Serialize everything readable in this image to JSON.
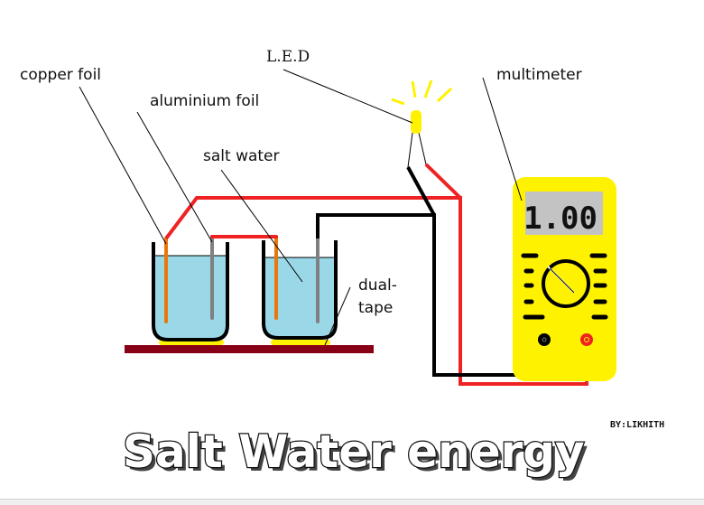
{
  "diagram": {
    "title": "Salt Water energy",
    "byline": "BY:LIKHITH",
    "labels": {
      "copper_foil": "copper foil",
      "aluminium_foil": "aluminium foil",
      "salt_water": "salt water",
      "led": "L.E.D",
      "multimeter": "multimeter",
      "dual_tape_line1": "dual-",
      "dual_tape_line2": "tape"
    },
    "multimeter": {
      "reading": "1.00"
    },
    "colors": {
      "copper": "#e8780c",
      "aluminium": "#808080",
      "water": "#9ad8e8",
      "wire_red": "#ee2222",
      "wire_black": "#000000",
      "multimeter_body": "#fff200",
      "display": "#c3c3c3",
      "base": "#880015",
      "tape": "#fff200",
      "led": "#fff200"
    }
  }
}
